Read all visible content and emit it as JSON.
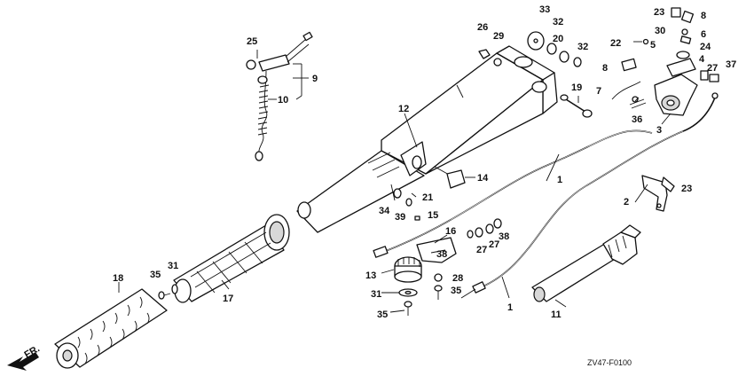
{
  "labels": {
    "p1a": "1",
    "p1b": "1",
    "p2": "2",
    "p3": "3",
    "p4": "4",
    "p5": "5",
    "p6": "6",
    "p7": "7",
    "p8a": "8",
    "p8b": "8",
    "p9": "9",
    "p10": "10",
    "p11": "11",
    "p12": "12",
    "p13": "13",
    "p14": "14",
    "p15": "15",
    "p16": "16",
    "p17": "17",
    "p18": "18",
    "p19": "19",
    "p20": "20",
    "p21": "21",
    "p22": "22",
    "p23a": "23",
    "p23b": "23",
    "p24": "24",
    "p25": "25",
    "p26": "26",
    "p27a": "27",
    "p27b": "27",
    "p27c": "27",
    "p28": "28",
    "p29": "29",
    "p30": "30",
    "p31a": "31",
    "p31b": "31",
    "p32a": "32",
    "p32b": "32",
    "p33": "33",
    "p34": "34",
    "p35a": "35",
    "p35b": "35",
    "p35c": "35",
    "p36": "36",
    "p37": "37",
    "p38a": "38",
    "p38b": "38",
    "p39": "39"
  },
  "front_marker": "FR.",
  "diagram_code": "ZV47-F0100"
}
